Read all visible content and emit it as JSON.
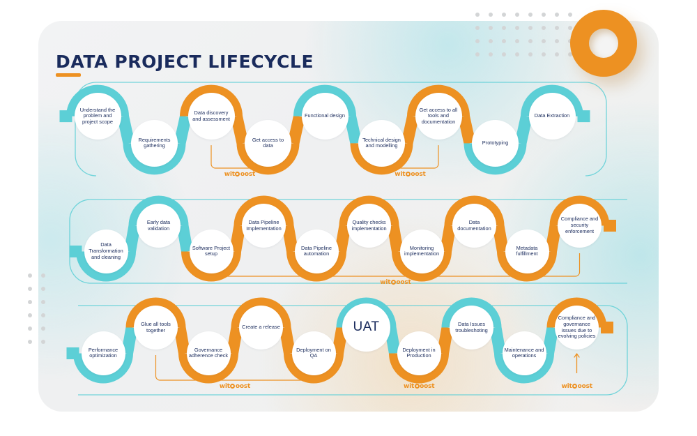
{
  "page": {
    "title": "DATA PROJECT LIFECYCLE",
    "brand_label": "witboost"
  },
  "colors": {
    "orange": "#ED9122",
    "teal": "#5CCFD6",
    "navy": "#1A2B5C",
    "card_bg": "#F1F1F1",
    "node_bg": "#FFFFFF",
    "dot_grey": "#D3D5D6"
  },
  "decor": {
    "donut": "orange-donut-shape",
    "dot_grid_top_right": "dot-grid",
    "dot_grid_left": "dot-grid"
  },
  "rows": [
    {
      "id": "row-1",
      "name": "design-phase",
      "nodes": [
        {
          "label": "Understand the problem and project scope",
          "ring": "teal",
          "pos": "up"
        },
        {
          "label": "Requirements gathering",
          "ring": "teal",
          "pos": "down"
        },
        {
          "label": "Data discovery and assessment",
          "ring": "orange",
          "pos": "up"
        },
        {
          "label": "Get access to data",
          "ring": "orange",
          "pos": "down"
        },
        {
          "label": "Functional design",
          "ring": "teal",
          "pos": "up"
        },
        {
          "label": "Technical design and modelling",
          "ring": "orange",
          "pos": "down"
        },
        {
          "label": "Get access to all tools and documentation",
          "ring": "orange",
          "pos": "up"
        },
        {
          "label": "Prototyping",
          "ring": "teal",
          "pos": "down"
        },
        {
          "label": "Data Extraction",
          "ring": "teal",
          "pos": "up"
        }
      ],
      "brackets": [
        {
          "from": "Data discovery and assessment",
          "to": "Get access to data",
          "label": "witboost"
        },
        {
          "from": "Technical design and modelling",
          "to": "Get access to all tools and documentation",
          "label": "witboost"
        }
      ]
    },
    {
      "id": "row-2",
      "name": "build-phase",
      "nodes": [
        {
          "label": "Data Transformation and cleaning",
          "ring": "teal",
          "pos": "down"
        },
        {
          "label": "Early data validation",
          "ring": "teal",
          "pos": "up"
        },
        {
          "label": "Software Project setup",
          "ring": "orange",
          "pos": "down"
        },
        {
          "label": "Data Pipeline Implementation",
          "ring": "orange",
          "pos": "up"
        },
        {
          "label": "Data Pipeline automation",
          "ring": "orange",
          "pos": "down"
        },
        {
          "label": "Quality checks implementation",
          "ring": "orange",
          "pos": "up"
        },
        {
          "label": "Monitoring implementation",
          "ring": "orange",
          "pos": "down"
        },
        {
          "label": "Data documentation",
          "ring": "orange",
          "pos": "up"
        },
        {
          "label": "Metadata fulfillment",
          "ring": "orange",
          "pos": "down"
        },
        {
          "label": "Compliance and security enforcement",
          "ring": "orange",
          "pos": "up"
        }
      ],
      "brackets": [
        {
          "from": "Software Project setup",
          "to": "Compliance and security enforcement",
          "label": "witboost"
        }
      ]
    },
    {
      "id": "row-3",
      "name": "run-phase",
      "nodes": [
        {
          "label": "Performance optimization",
          "ring": "teal",
          "pos": "down"
        },
        {
          "label": "Glue all tools together",
          "ring": "orange",
          "pos": "up"
        },
        {
          "label": "Governance adherence check",
          "ring": "orange",
          "pos": "down"
        },
        {
          "label": "Create a release",
          "ring": "orange",
          "pos": "up"
        },
        {
          "label": "Deployment on QA",
          "ring": "orange",
          "pos": "down"
        },
        {
          "label": "UAT",
          "ring": "teal",
          "pos": "up",
          "size": "big"
        },
        {
          "label": "Deployment in Production",
          "ring": "orange",
          "pos": "down"
        },
        {
          "label": "Data Issues troubleshoting",
          "ring": "teal",
          "pos": "up"
        },
        {
          "label": "Maintenance and operations",
          "ring": "teal",
          "pos": "down"
        },
        {
          "label": "Compliance and governance issues due to evolving policies",
          "ring": "orange",
          "pos": "up"
        }
      ],
      "brackets": [
        {
          "from": "Glue all tools together",
          "to": "Deployment on QA",
          "label": "witboost"
        }
      ],
      "arrows": [
        {
          "to": "Deployment in Production",
          "label": "witboost"
        },
        {
          "to": "Compliance and governance issues due to evolving policies",
          "label": "witboost"
        }
      ]
    }
  ]
}
